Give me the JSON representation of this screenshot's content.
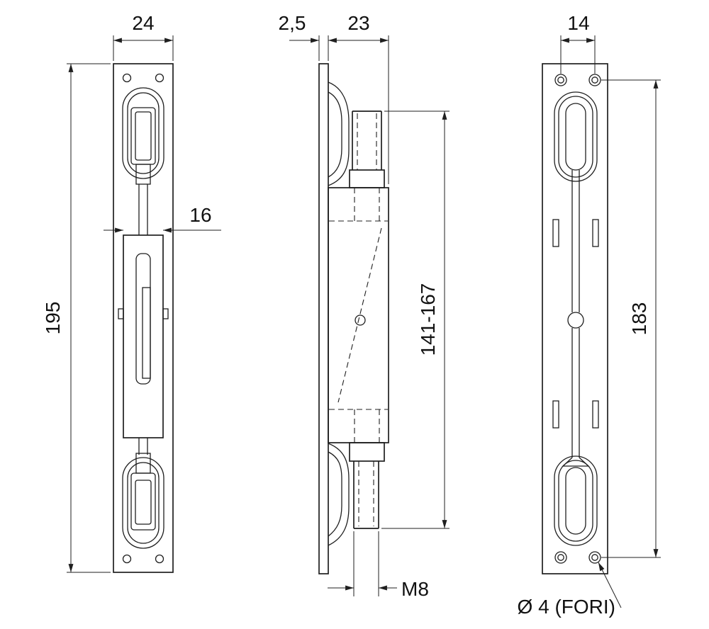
{
  "drawing": {
    "colors": {
      "line": "#1f1f1f",
      "background": "#ffffff"
    },
    "views": {
      "front": {
        "width_dim": "24",
        "height_dim": "195",
        "body_width_dim": "16"
      },
      "side": {
        "plate_thickness_dim": "2,5",
        "depth_dim": "23",
        "length_range_dim": "141-167",
        "thread_label": "M8"
      },
      "back": {
        "hole_spacing_width_dim": "14",
        "hole_spacing_height_dim": "183",
        "holes_label": "Ø 4 (FORI)"
      }
    }
  }
}
